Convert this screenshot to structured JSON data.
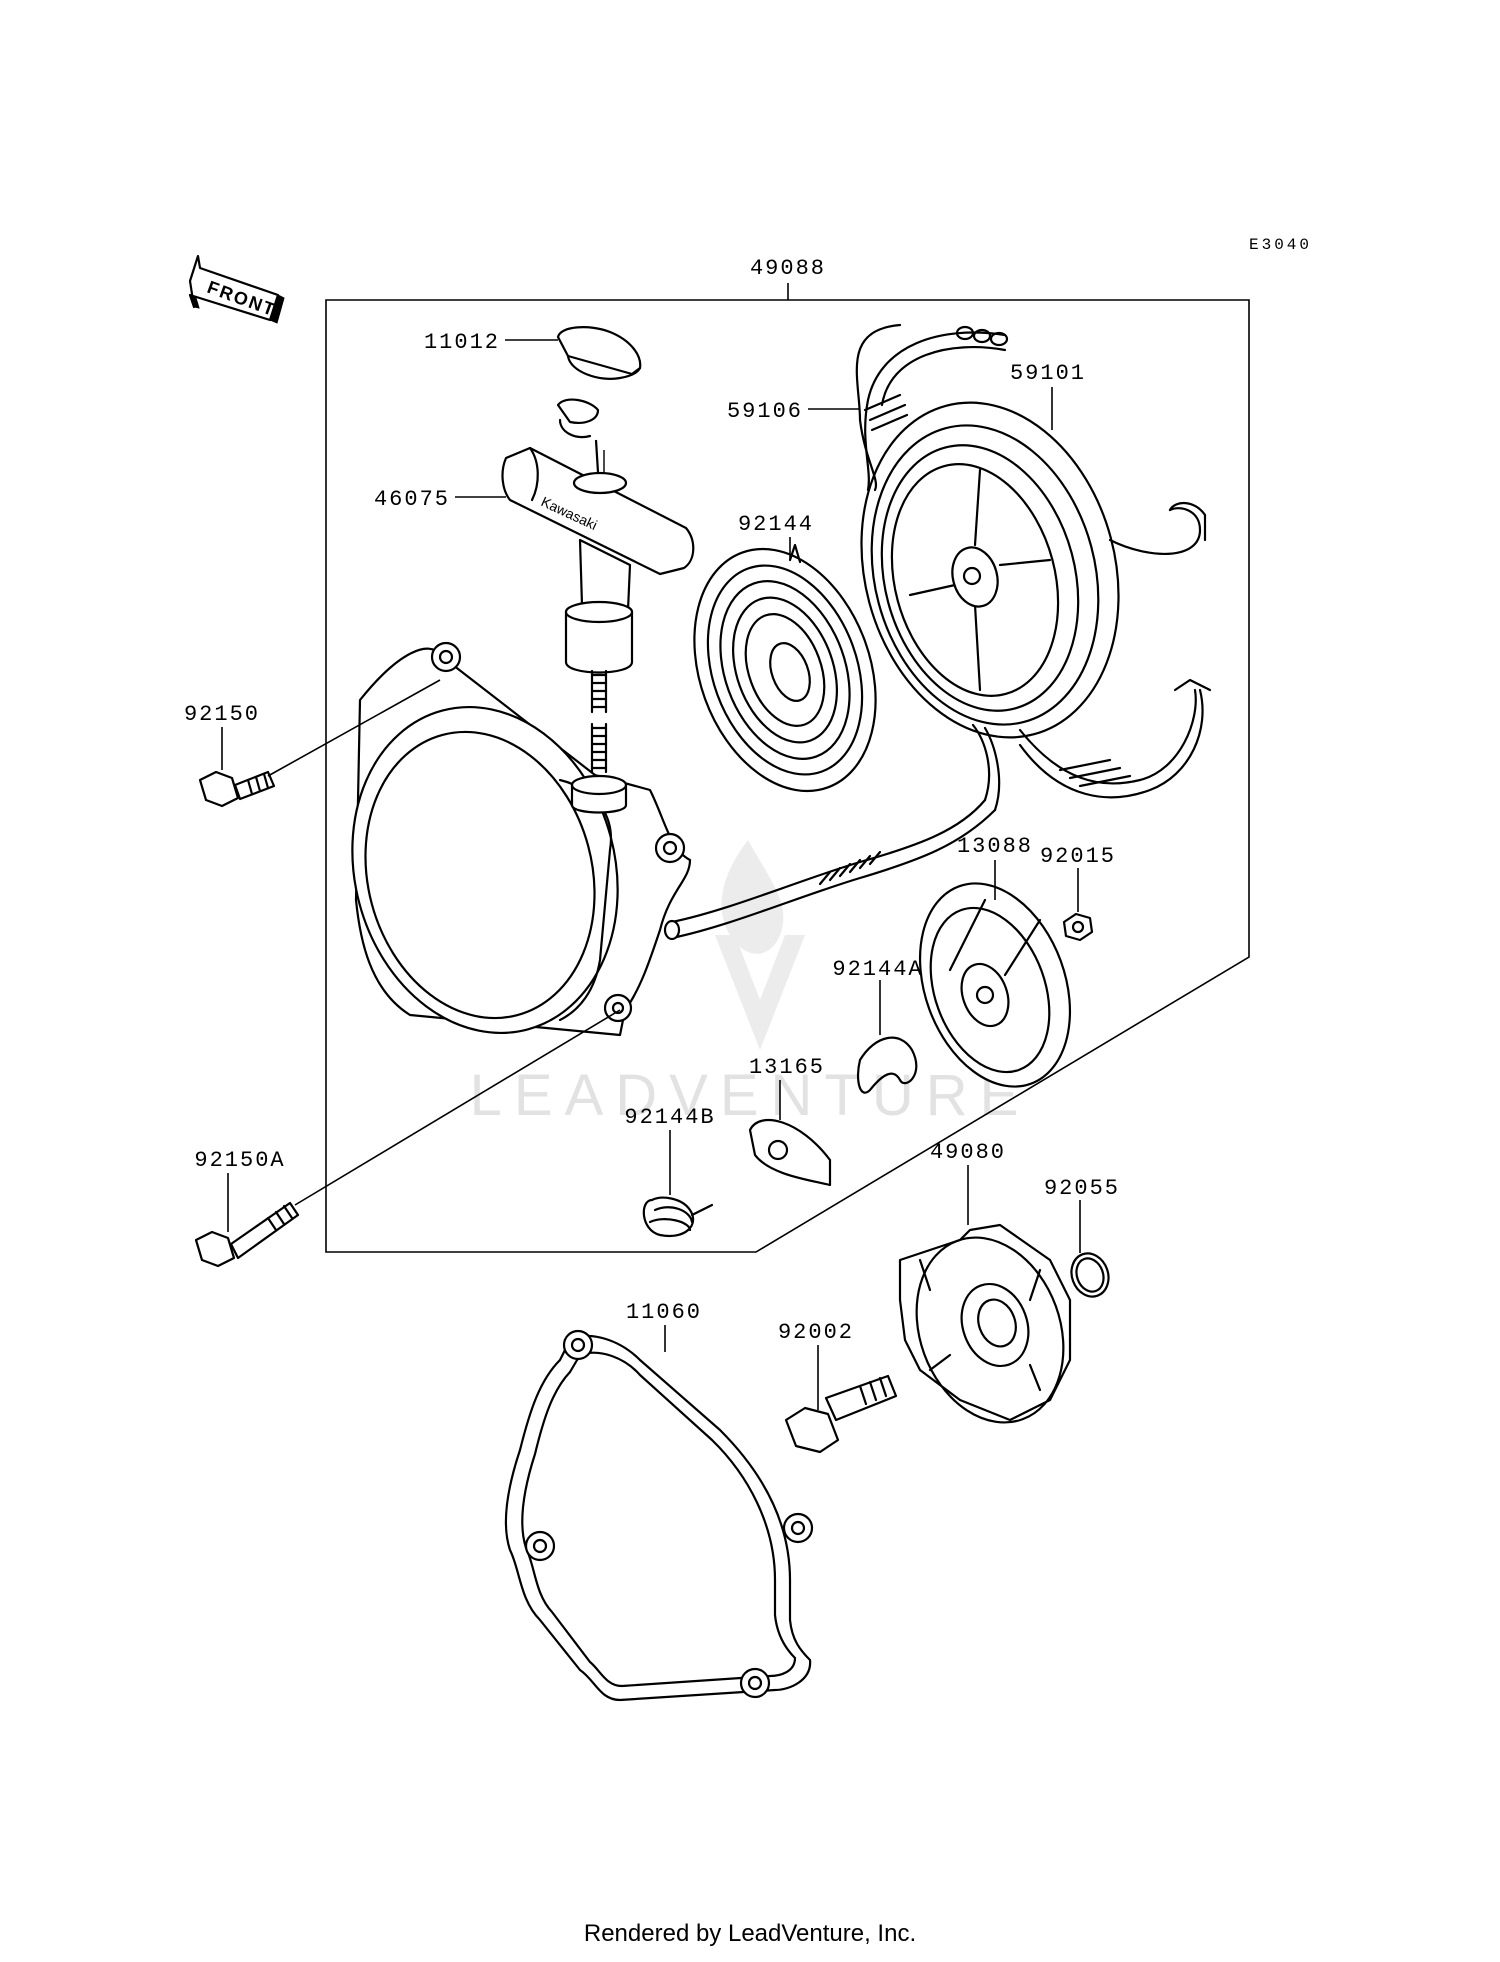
{
  "diagram_code": "E3040",
  "front_arrow_label": "FRONT",
  "handle_brand": "Kawasaki",
  "watermark": "LEADVENTURE",
  "footer": "Rendered by LeadVenture, Inc.",
  "parts": [
    {
      "id": "p49088",
      "number": "49088"
    },
    {
      "id": "p11012",
      "number": "11012"
    },
    {
      "id": "p59101",
      "number": "59101"
    },
    {
      "id": "p59106",
      "number": "59106"
    },
    {
      "id": "p46075",
      "number": "46075"
    },
    {
      "id": "p92144",
      "number": "92144"
    },
    {
      "id": "p92150",
      "number": "92150"
    },
    {
      "id": "p13088",
      "number": "13088"
    },
    {
      "id": "p92015",
      "number": "92015"
    },
    {
      "id": "p92144A",
      "number": "92144A"
    },
    {
      "id": "p13165",
      "number": "13165"
    },
    {
      "id": "p92144B",
      "number": "92144B"
    },
    {
      "id": "p92150A",
      "number": "92150A"
    },
    {
      "id": "p49080",
      "number": "49080"
    },
    {
      "id": "p92055",
      "number": "92055"
    },
    {
      "id": "p11060",
      "number": "11060"
    },
    {
      "id": "p92002",
      "number": "92002"
    }
  ]
}
